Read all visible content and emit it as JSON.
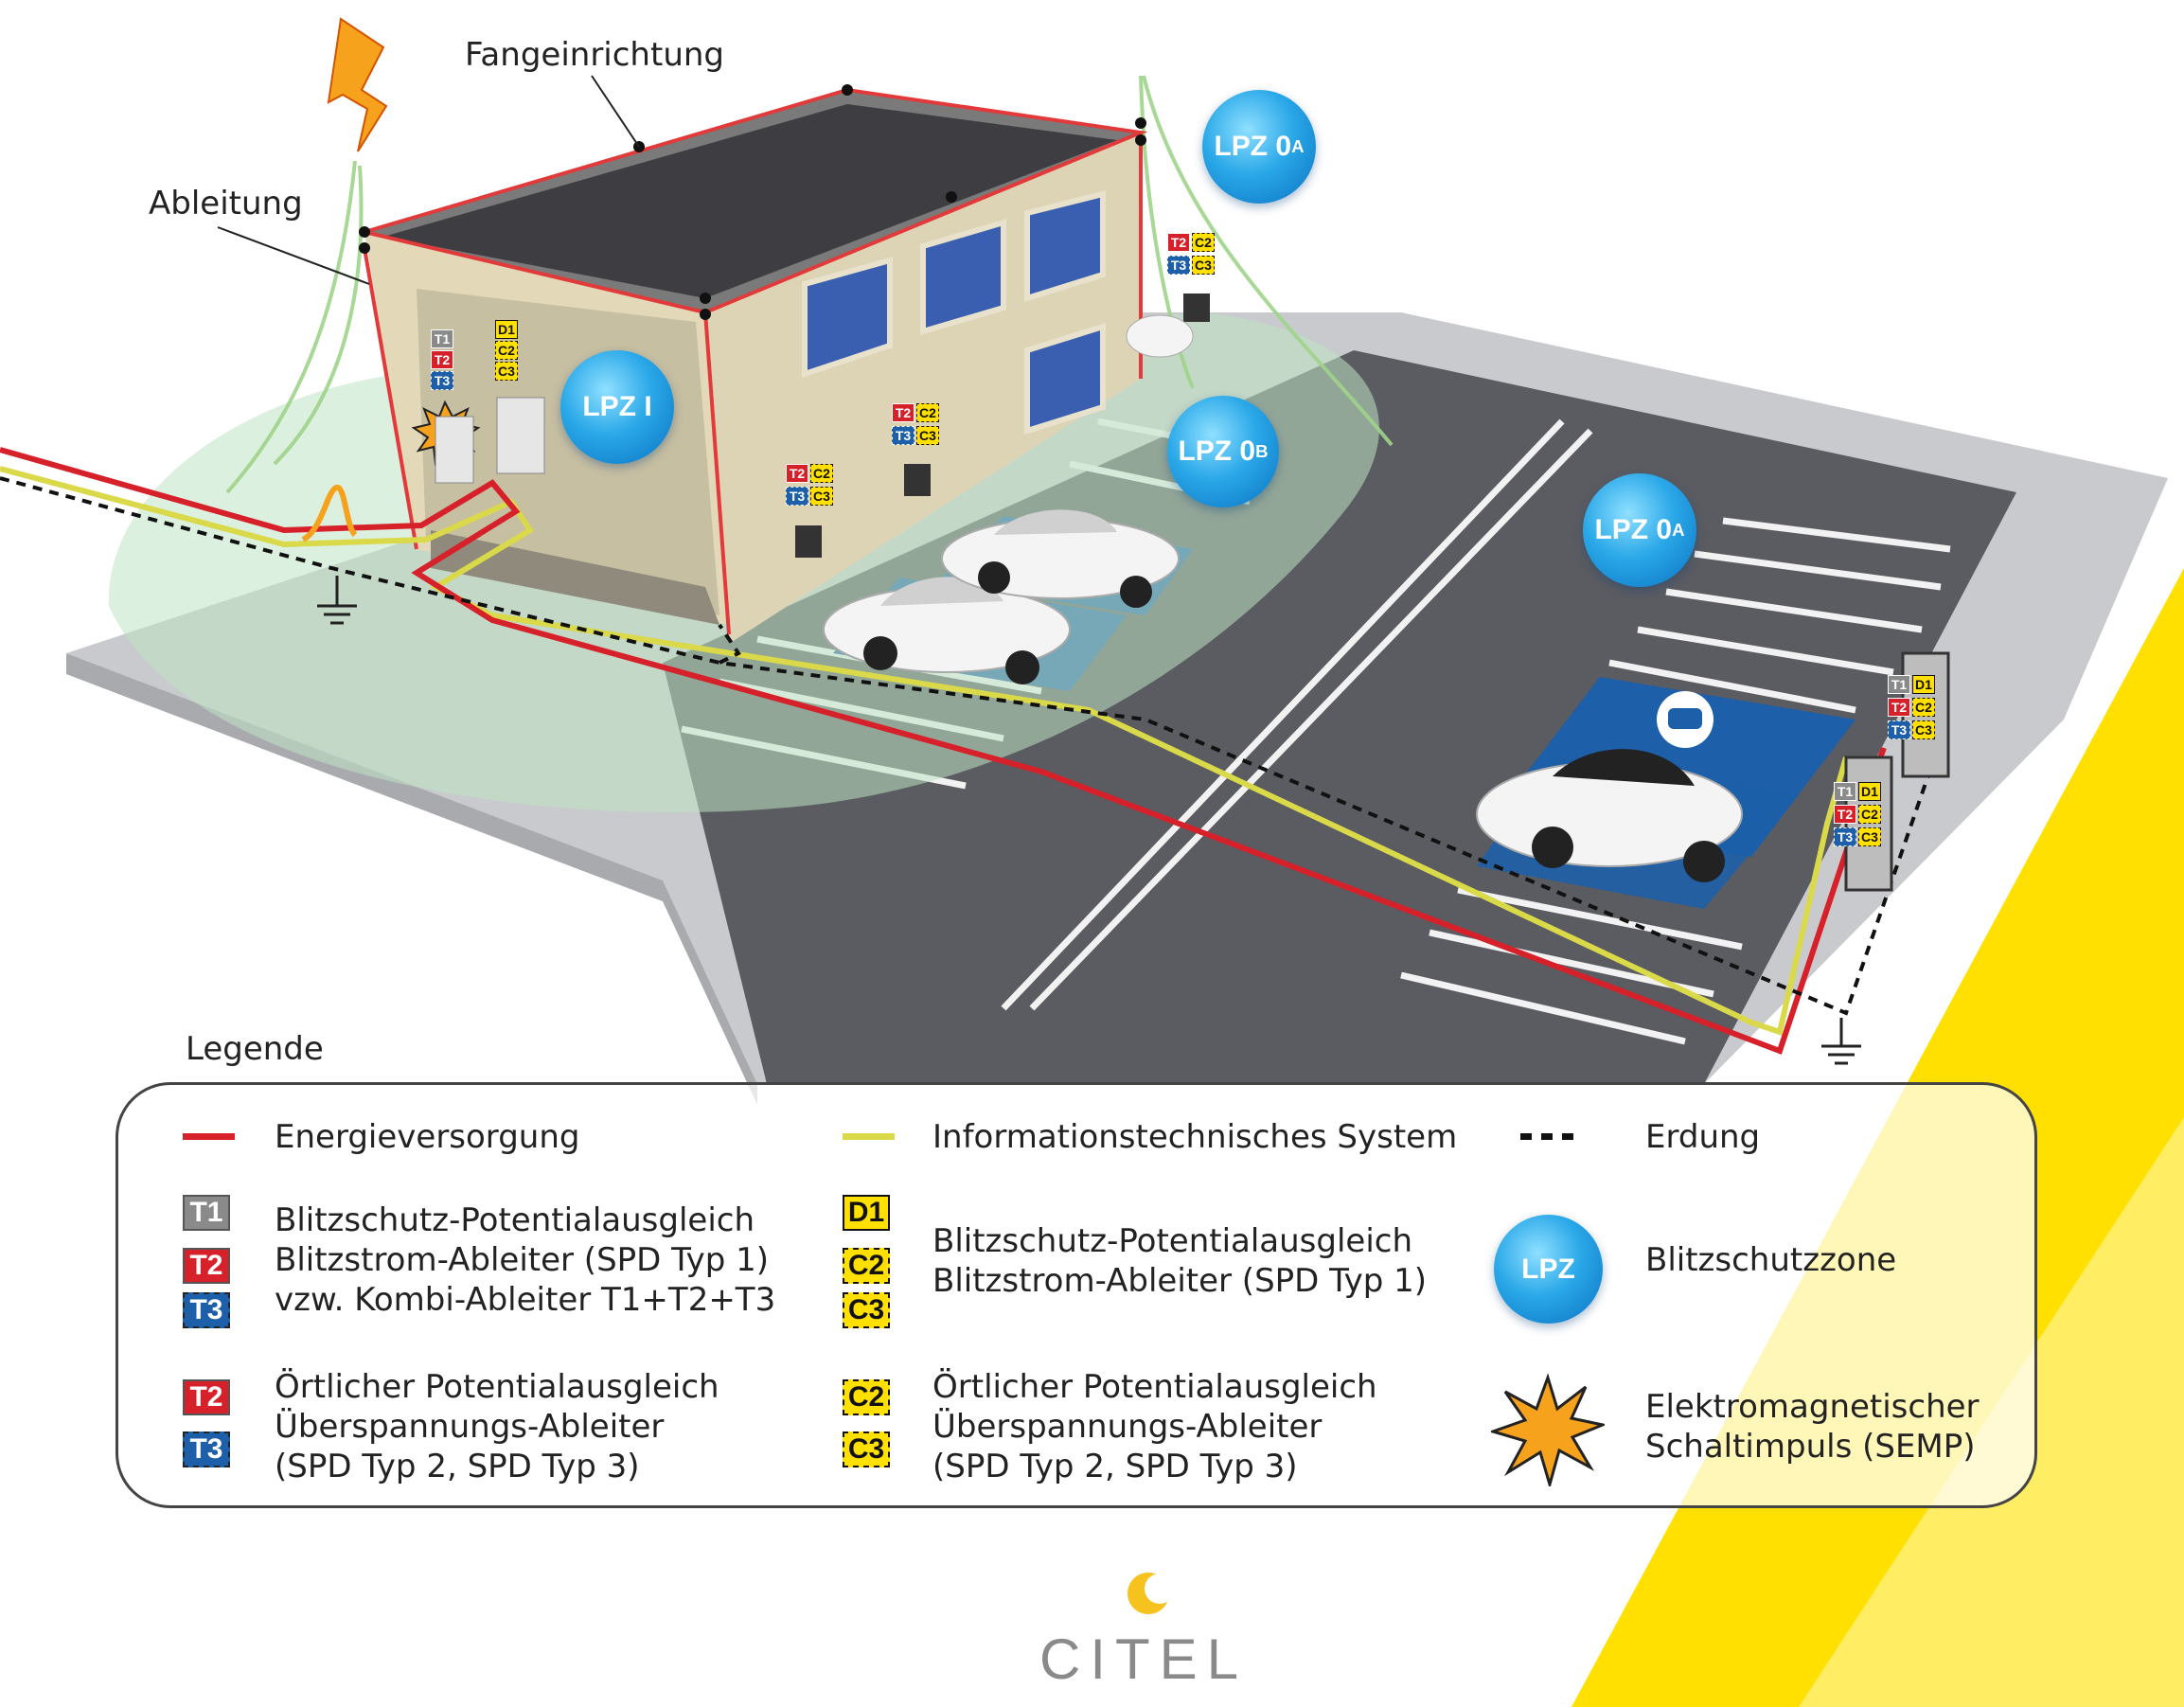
{
  "labels": {
    "fangeinrichtung": "Fangeinrichtung",
    "ableitung": "Ableitung",
    "legende": "Legende"
  },
  "zones": {
    "lpz_0a_main": "LPZ 0",
    "lpz_0a_sub": "A",
    "lpz_i": "LPZ I",
    "lpz_0b_main": "LPZ 0",
    "lpz_0b_sub": "B"
  },
  "tags": {
    "t1": "T1",
    "t2": "T2",
    "t3": "T3",
    "d1": "D1",
    "c2": "C2",
    "c3": "C3"
  },
  "legend": {
    "energy": "Energieversorgung",
    "info": "Informationstechnisches System",
    "earth": "Erdung",
    "spd1_line1": "Blitzschutz-Potentialausgleich",
    "spd1_line2": "Blitzstrom-Ableiter (SPD Typ 1)",
    "spd1_line3": "vzw. Kombi-Ableiter T1+T2+T3",
    "spd1d_line1": "Blitzschutz-Potentialausgleich",
    "spd1d_line2": "Blitzstrom-Ableiter (SPD Typ 1)",
    "lpz_badge": "LPZ",
    "lpz_desc": "Blitzschutzzone",
    "spd2_line1": "Örtlicher Potentialausgleich",
    "spd2_line2": "Überspannungs-Ableiter",
    "spd2_line3": "(SPD Typ 2, SPD Typ 3)",
    "spd2d_line1": "Örtlicher Potentialausgleich",
    "spd2d_line2": "Überspannungs-Ableiter",
    "spd2d_line3": "(SPD Typ 2, SPD Typ 3)",
    "semp_line1": "Elektromagnetischer",
    "semp_line2": "Schaltimpuls (SEMP)"
  },
  "colors": {
    "energy": "#d6202a",
    "info": "#d9d94a",
    "earth": "#111111",
    "zone_green": "#bfe3c4",
    "accent_yellow": "#ffe000",
    "asphalt": "#5a5a60"
  },
  "logo": "CITEL"
}
